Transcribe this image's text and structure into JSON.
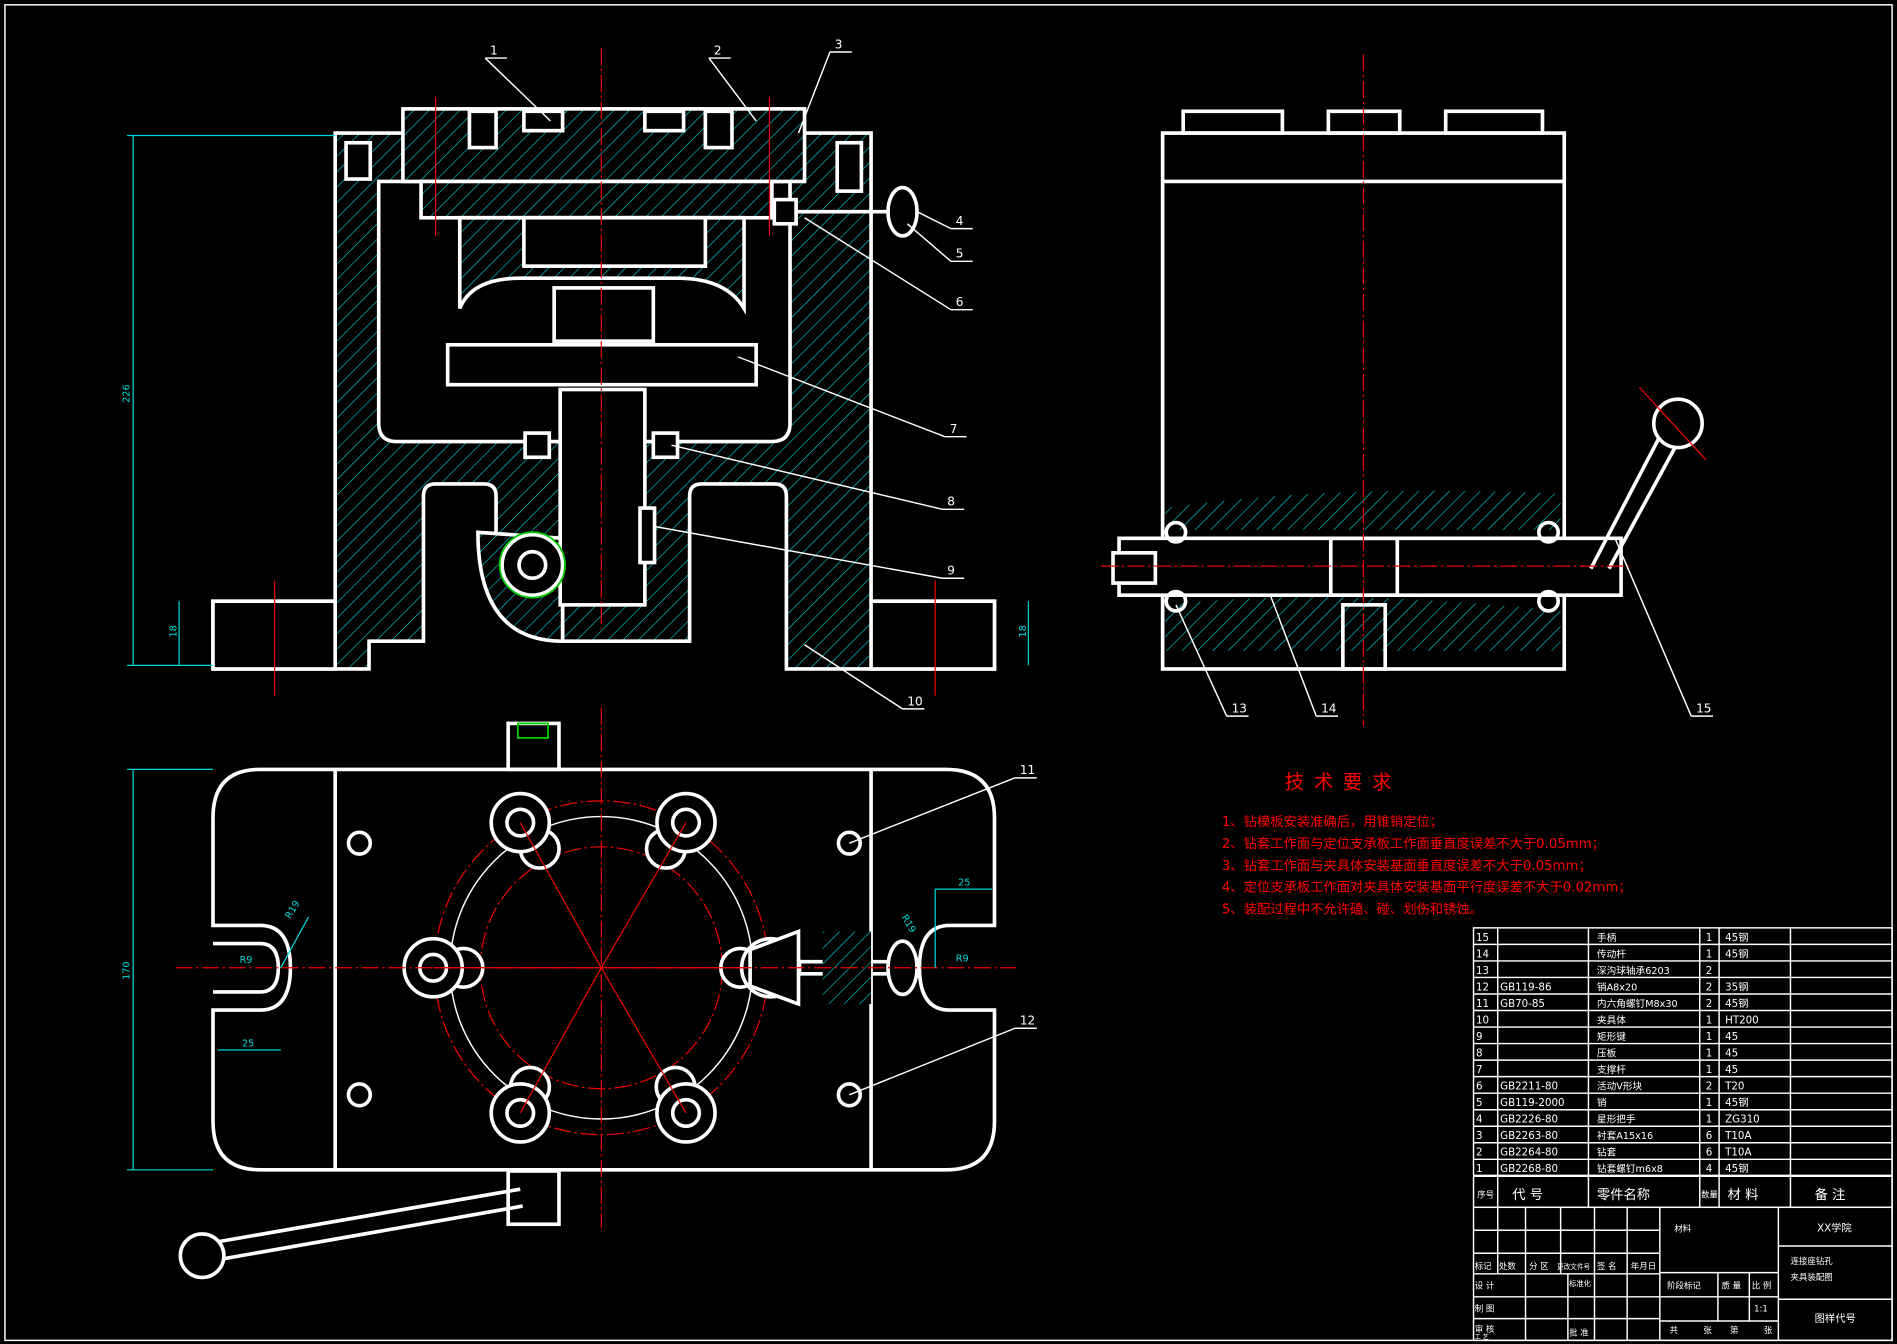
{
  "part_labels": [
    "1",
    "2",
    "3",
    "4",
    "5",
    "6",
    "7",
    "8",
    "9",
    "10",
    "11",
    "12",
    "13",
    "14",
    "15"
  ],
  "dimensions": {
    "height_front": "226",
    "foot_left": "18",
    "foot_right": "18",
    "width_top": "170",
    "r_outer_left": "R19",
    "r_inner_left": "R9",
    "slot_left": "25",
    "r_outer_right": "R19",
    "r_inner_right": "R9",
    "slot_right": "25"
  },
  "tech_requirements": {
    "title": "技术要求",
    "items": [
      "1、钻模板安装准确后，用锥销定位；",
      "2、钻套工作面与定位支承板工作面垂直度误差不大于0.05mm；",
      "3、钻套工作面与夹具体安装基面垂直度误差不大于0.05mm；",
      "4、定位支承板工作面对夹具体安装基面平行度误差不大于0.02mm；",
      "5、装配过程中不允许磕、碰、划伤和锈蚀。"
    ]
  },
  "bom": {
    "rows": [
      {
        "no": "15",
        "code": "",
        "name": "手柄",
        "qty": "1",
        "material": "45钢"
      },
      {
        "no": "14",
        "code": "",
        "name": "传动杆",
        "qty": "1",
        "material": "45钢"
      },
      {
        "no": "13",
        "code": "",
        "name": "深沟球轴承6203",
        "qty": "2",
        "material": ""
      },
      {
        "no": "12",
        "code": "GB119-86",
        "name": "销A8x20",
        "qty": "2",
        "material": "35钢"
      },
      {
        "no": "11",
        "code": "GB70-85",
        "name": "内六角螺钉M8x30",
        "qty": "2",
        "material": "45钢"
      },
      {
        "no": "10",
        "code": "",
        "name": "夹具体",
        "qty": "1",
        "material": "HT200"
      },
      {
        "no": "9",
        "code": "",
        "name": "矩形键",
        "qty": "1",
        "material": "45"
      },
      {
        "no": "8",
        "code": "",
        "name": "压板",
        "qty": "1",
        "material": "45"
      },
      {
        "no": "7",
        "code": "",
        "name": "支撑杆",
        "qty": "1",
        "material": "45"
      },
      {
        "no": "6",
        "code": "GB2211-80",
        "name": "活动V形块",
        "qty": "2",
        "material": "T20"
      },
      {
        "no": "5",
        "code": "GB119-2000",
        "name": "销",
        "qty": "1",
        "material": "45钢"
      },
      {
        "no": "4",
        "code": "GB2226-80",
        "name": "星形把手",
        "qty": "1",
        "material": "ZG310"
      },
      {
        "no": "3",
        "code": "GB2263-80",
        "name": "衬套A15x16",
        "qty": "6",
        "material": "T10A"
      },
      {
        "no": "2",
        "code": "GB2264-80",
        "name": "钻套",
        "qty": "6",
        "material": "T10A"
      },
      {
        "no": "1",
        "code": "GB2268-80",
        "name": "钻套螺钉m6x8",
        "qty": "4",
        "material": "45钢"
      }
    ],
    "headers": {
      "no": "序号",
      "code": "代  号",
      "name": "零件名称",
      "qty": "数量",
      "material": "材  料",
      "remark": "备  注"
    }
  },
  "title_block": {
    "material_label": "材料",
    "school": "XX学院",
    "drawing_name_1": "连接座钻孔",
    "drawing_name_2": "夹具装配图",
    "drawing_code": "图样代号",
    "mark": "标记",
    "count": "处数",
    "zone": "分 区",
    "change_doc": "更改文件号",
    "sign": "签 名",
    "date": "年月日",
    "design": "设 计",
    "standard": "标准化",
    "draw": "制 图",
    "review": "审 核",
    "process": "工 艺",
    "approve": "批 准",
    "stage": "阶段标记",
    "weight": "质 量",
    "scale_label": "比 例",
    "scale": "1:1",
    "total": "共",
    "sheets": "张",
    "nth": "第",
    "sheet": "张"
  },
  "colors": {
    "background": "#000000",
    "outline": "#ffffff",
    "hatch": "#00d8d8",
    "centerline": "#ee0000",
    "text_red": "#ff0000"
  }
}
